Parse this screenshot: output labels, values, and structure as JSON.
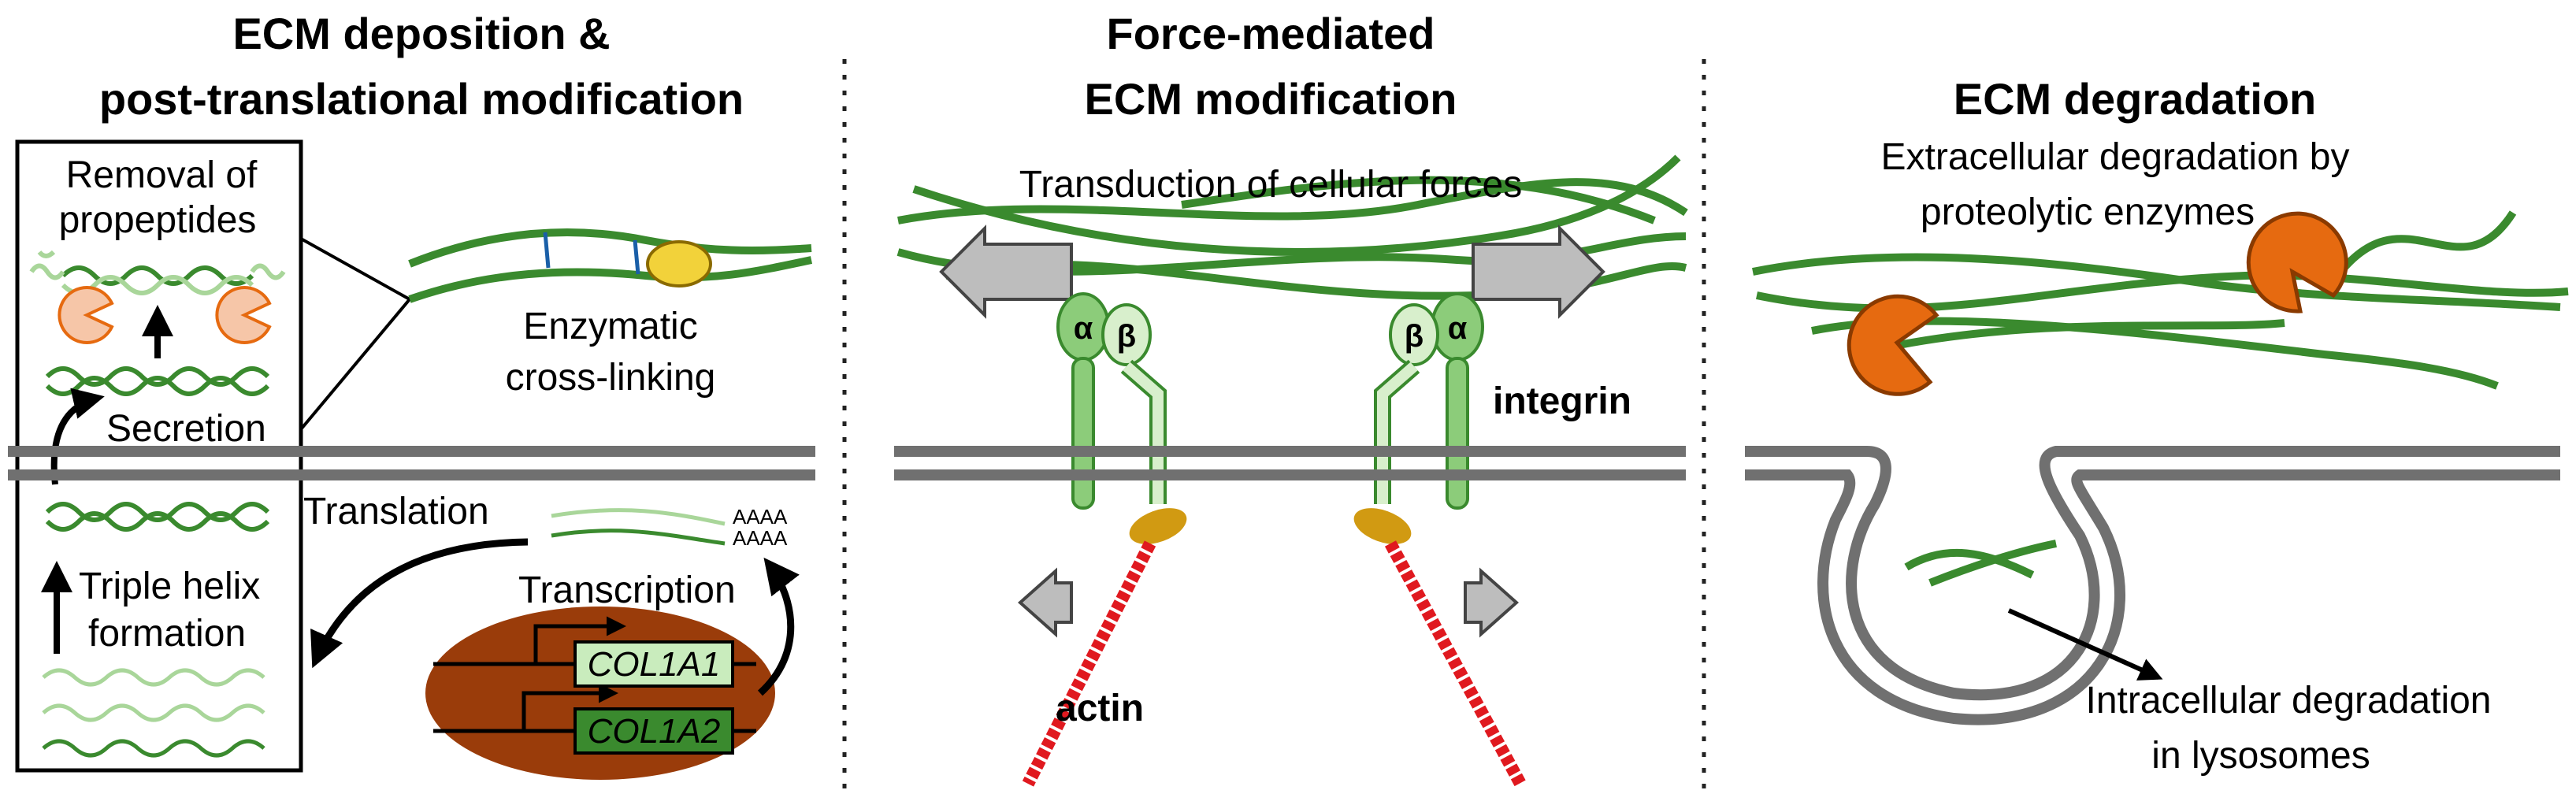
{
  "panels": {
    "left": {
      "title_line1": "ECM deposition &",
      "title_line2": "post-translational modification",
      "removal_line1": "Removal of",
      "removal_line2": "propeptides",
      "secretion": "Secretion",
      "triple_line1": "Triple helix",
      "triple_line2": "formation",
      "translation": "Translation",
      "transcription": "Transcription",
      "crosslink_line1": "Enzymatic",
      "crosslink_line2": "cross-linking",
      "gene1": "COL1A1",
      "gene2": "COL1A2",
      "polya1": "AAAA",
      "polya2": "AAAA"
    },
    "middle": {
      "title_line1": "Force-mediated",
      "title_line2": "ECM modification",
      "forces": "Transduction of cellular forces",
      "integrin": "integrin",
      "actin": "actin",
      "alpha": "α",
      "beta": "β"
    },
    "right": {
      "title": "ECM degradation",
      "extra_line1": "Extracellular degradation by",
      "extra_line2": "proteolytic enzymes",
      "intra_line1": "Intracellular degradation",
      "intra_line2": "in lysosomes"
    }
  },
  "colors": {
    "fiber": "#3a8a2e",
    "fiber_light": "#a9d69a",
    "membrane": "#707070",
    "enzyme": "#e66a10",
    "enzyme_light": "#f6c6a8",
    "nucleus": "#9a3c0a",
    "integrin_alpha": "#8ccc7a",
    "integrin_beta": "#d8efcc",
    "actin": "#e0191f",
    "adaptor": "#d19a12",
    "yellow_enzyme": "#f2d23a"
  }
}
